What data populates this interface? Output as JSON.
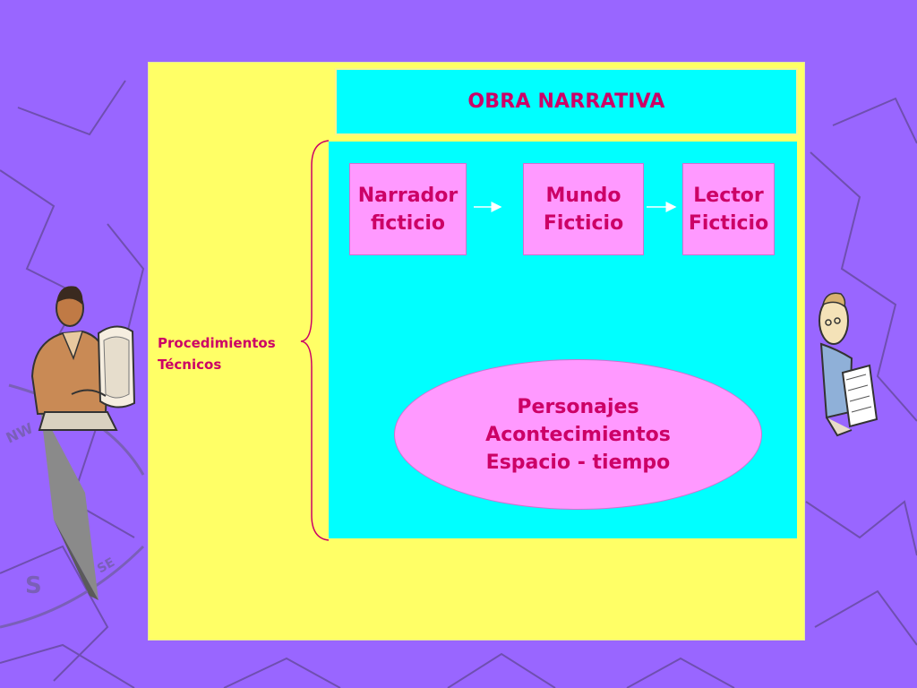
{
  "diagram": {
    "title": "OBRA NARRATIVA",
    "nodes": [
      {
        "line1": "Narrador",
        "line2": "ficticio"
      },
      {
        "line1": "Mundo",
        "line2": "Ficticio"
      },
      {
        "line1": "Lector",
        "line2": "Ficticio"
      }
    ],
    "ellipse_lines": [
      "Personajes",
      "Acontecimientos",
      "Espacio - tiempo"
    ],
    "bracket_label": [
      "Procedimientos",
      "Técnicos"
    ]
  },
  "colors": {
    "background": "#9966ff",
    "panel": "#ffff66",
    "box": "#00ffff",
    "node": "#ff99ff",
    "text": "#cc0066"
  },
  "icons": [
    "man-at-computer-icon",
    "reader-with-book-icon",
    "compass-icon"
  ]
}
